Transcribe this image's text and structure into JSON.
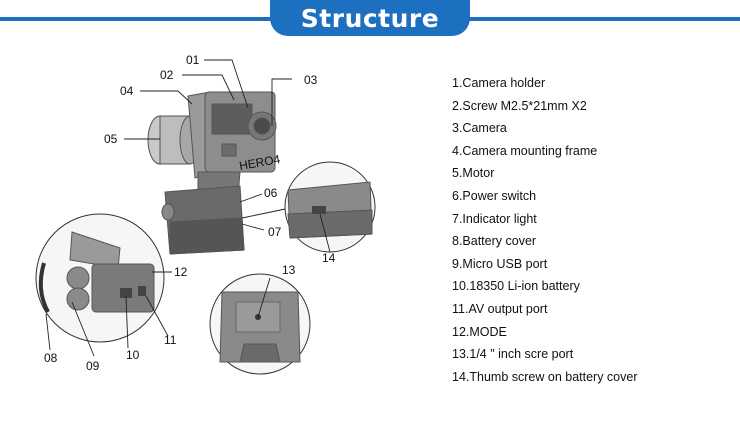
{
  "header": {
    "title": "Structure"
  },
  "colors": {
    "accent": "#1d6fc0"
  },
  "callouts": [
    "01",
    "02",
    "03",
    "04",
    "05",
    "06",
    "07",
    "08",
    "09",
    "10",
    "11",
    "12",
    "13",
    "14"
  ],
  "device_text": {
    "camera_model": "HERO4"
  },
  "parts": [
    "1.Camera holder",
    "2.Screw M2.5*21mm X2",
    "3.Camera",
    "4.Camera mounting frame",
    "5.Motor",
    "6.Power switch",
    "7.Indicator light",
    "8.Battery cover",
    "9.Micro USB port",
    "10.18350 Li-ion battery",
    "11.AV output port",
    "12.MODE",
    "13.1/4 \" inch scre port",
    "14.Thumb screw on battery cover"
  ]
}
